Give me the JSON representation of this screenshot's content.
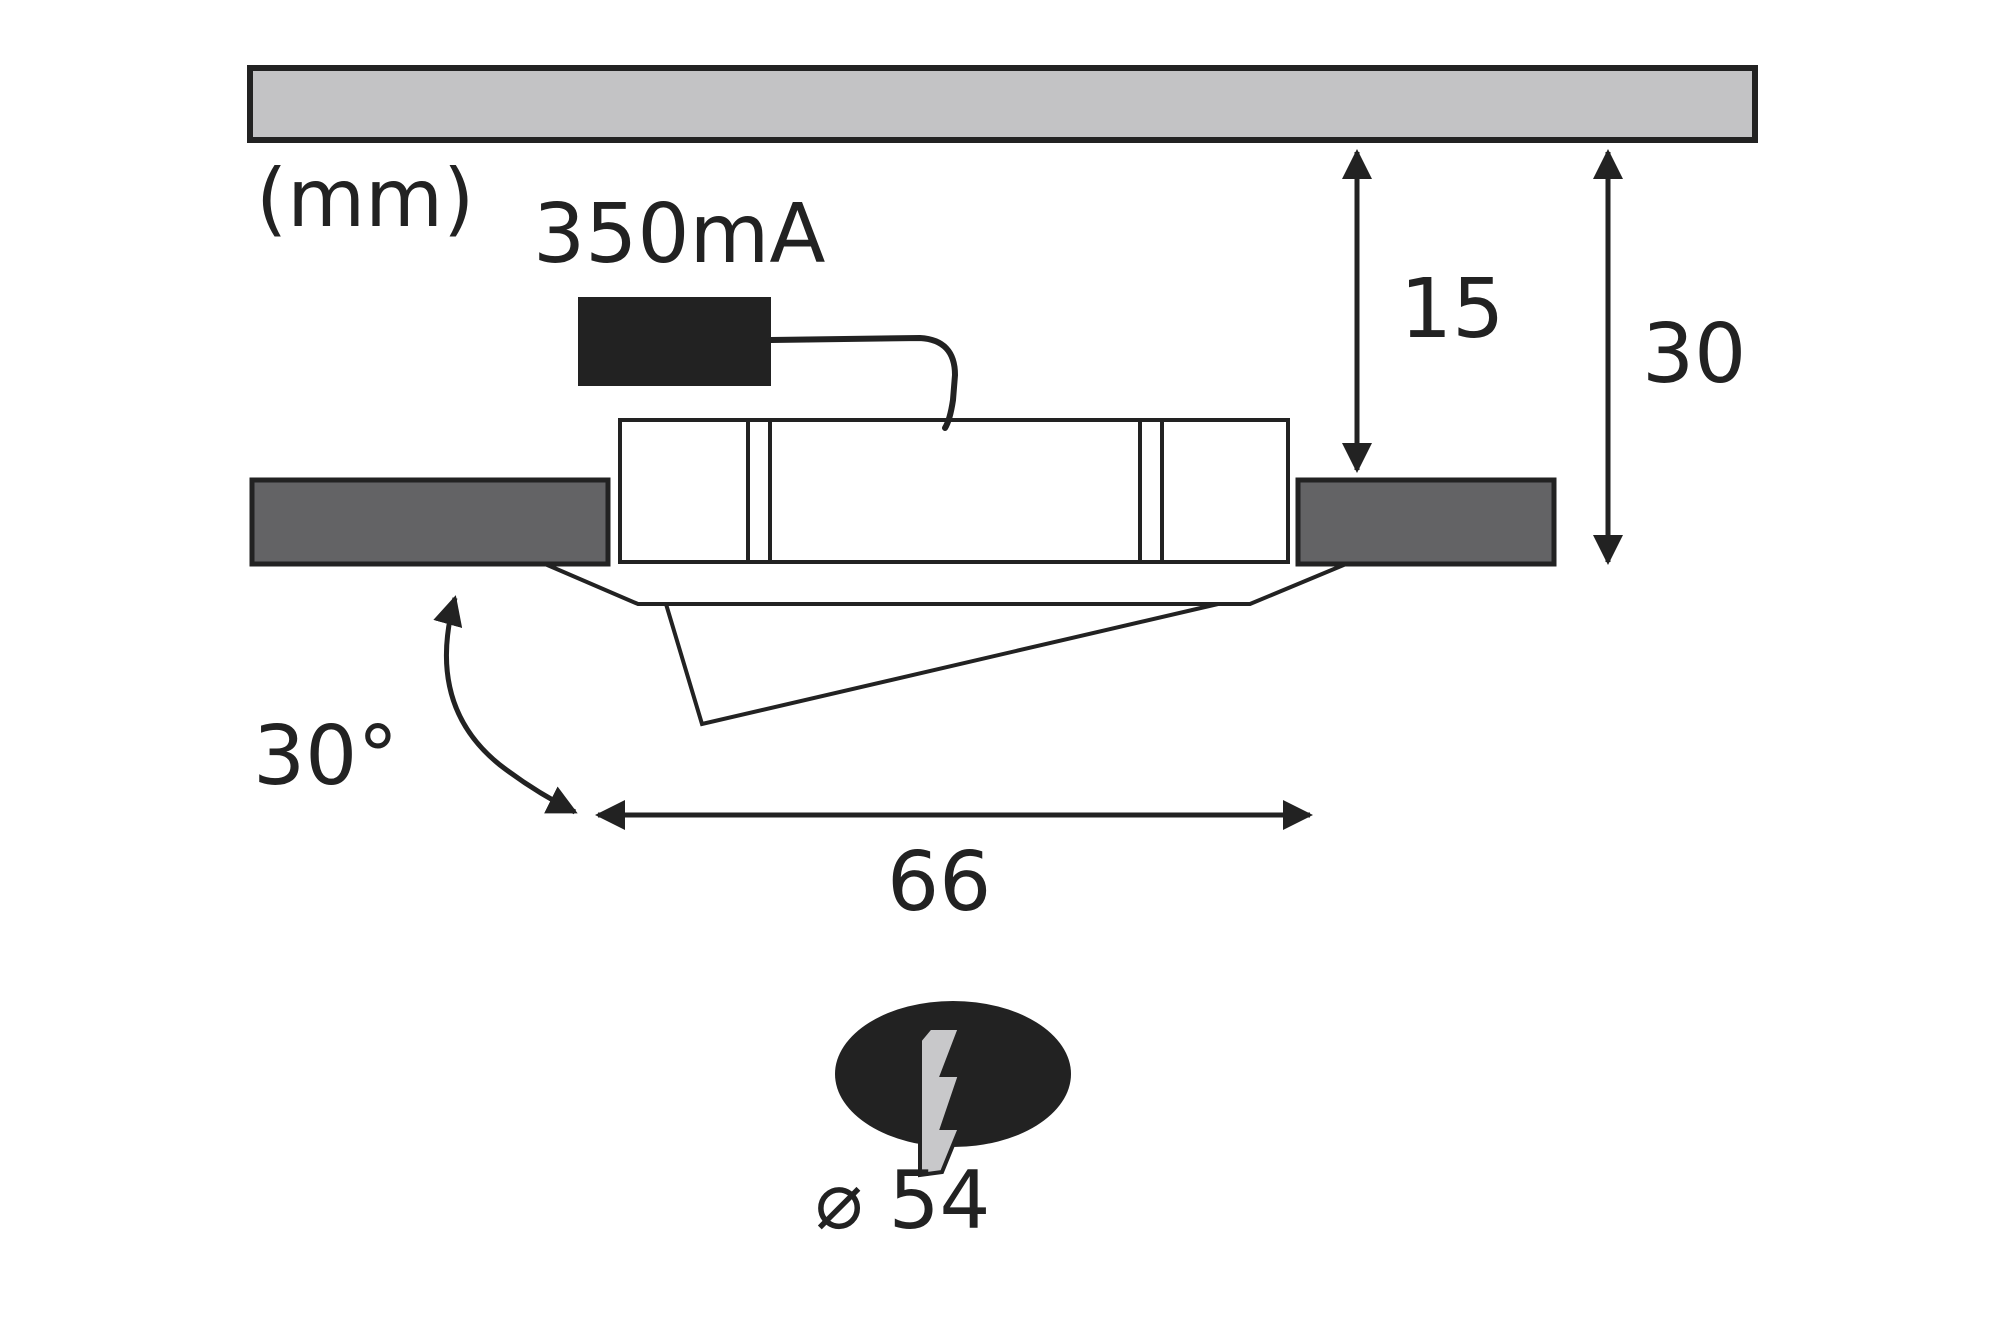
{
  "labels": {
    "unit": "(mm)",
    "current": "350mA",
    "depth_fixture": "15",
    "depth_total": "30",
    "tilt_angle": "30°",
    "width": "66",
    "cutout_diameter": "⌀ 54"
  },
  "colors": {
    "ceiling": "#c3c3c5",
    "ceiling_panel": "#636365",
    "driver": "#222222",
    "stroke": "#222222",
    "cutout_hole": "#222222",
    "lightning": "#c8c8ca"
  }
}
